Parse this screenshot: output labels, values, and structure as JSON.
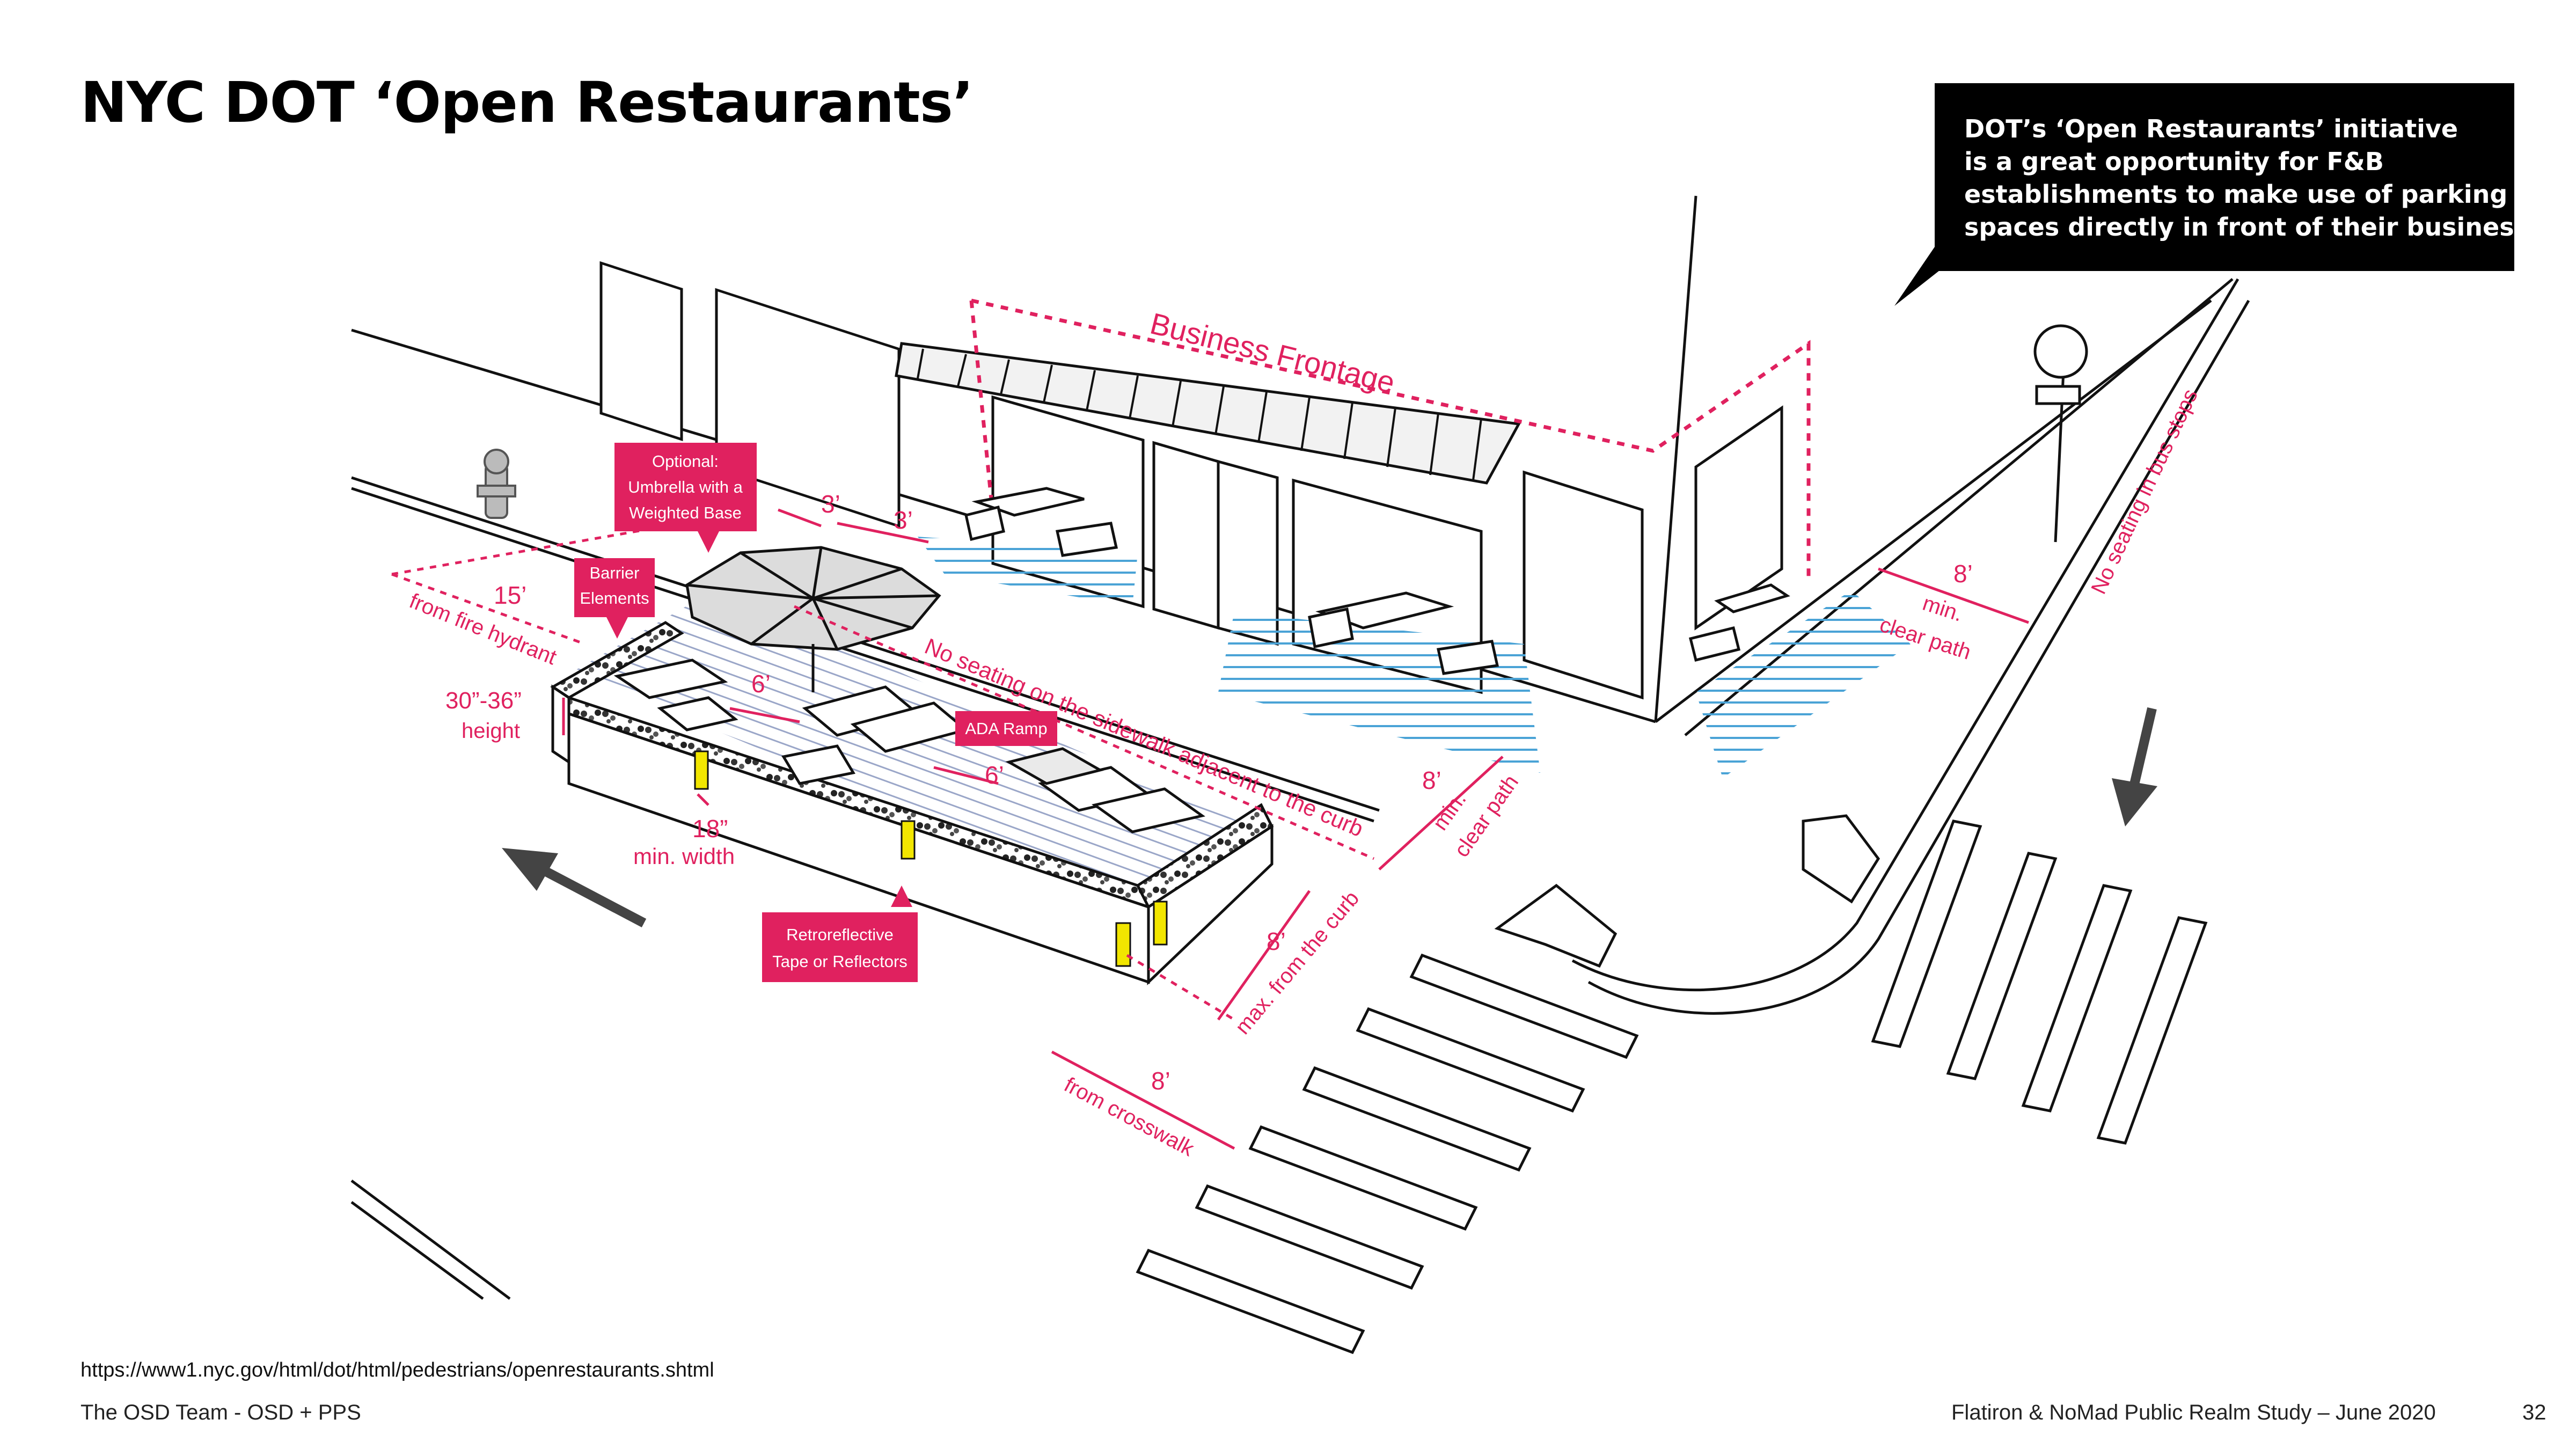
{
  "page": {
    "title": "NYC DOT ‘Open Restaurants’",
    "callout_lines": [
      "DOT’s ‘Open Restaurants’ initiative",
      "is a great opportunity for F&B",
      "establishments to make use of parking",
      "spaces directly in front of their business"
    ],
    "source_url": "https://www1.nyc.gov/html/dot/html/pedestrians/openrestaurants.shtml",
    "footer_left": "The OSD Team - OSD + PPS",
    "footer_right": "Flatiron & NoMad Public Realm Study – June 2020",
    "page_number": "32"
  },
  "diagram": {
    "business_frontage": "Business Frontage",
    "umbrella_box": [
      "Optional:",
      "Umbrella with a",
      "Weighted Base"
    ],
    "barrier_box": [
      "Barrier",
      "Elements"
    ],
    "ada_ramp_box": "ADA Ramp",
    "retro_box": [
      "Retroreflective",
      "Tape or Reflectors"
    ],
    "dim_3a": "3’",
    "dim_3b": "3’",
    "hydrant_dist": "15’",
    "hydrant_label": "from fire hydrant",
    "height_value": "30”-36”",
    "height_label": "height",
    "dim_6a": "6’",
    "dim_6b": "6’",
    "width_value": "18”",
    "width_label": "min. width",
    "no_seating_curb": "No seating on the sidewalk adjacent to the curb",
    "clear_path_a_value": "8’",
    "clear_path_a_label1": "min.",
    "clear_path_a_label2": "clear path",
    "curb_value": "8’",
    "curb_label": "max. from the curb",
    "crosswalk_value": "8’",
    "crosswalk_label": "from crosswalk",
    "clear_path_b_value": "8’",
    "clear_path_b_label1": "min.",
    "clear_path_b_label2": "clear path",
    "bus_stop_label": "No seating in bus stops"
  },
  "colors": {
    "accent_pink": "#e0215f",
    "hatch_blue": "#4aa3d6",
    "barrier_yellow": "#f2e600",
    "callout_bg": "#000000"
  }
}
